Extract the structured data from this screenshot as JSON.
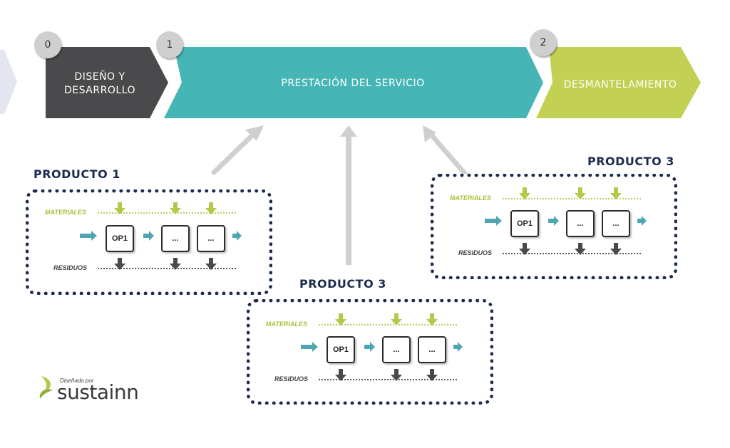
{
  "stages": [
    {
      "number": "0",
      "label_line1": "DISEÑO Y",
      "label_line2": "DESARROLLO",
      "color": "#4a4a4c"
    },
    {
      "number": "1",
      "label": "PRESTACIÓN DEL SERVICIO",
      "color": "#45b5b5"
    },
    {
      "number": "2",
      "label": "DESMANTELAMIENTO",
      "color": "#c2d154"
    }
  ],
  "products": [
    {
      "title": "PRODUCTO 1",
      "materials": "MATERIALES",
      "waste": "RESIDUOS",
      "ops": [
        "OP1",
        "...",
        "..."
      ]
    },
    {
      "title": "PRODUCTO 3",
      "materials": "MATERIALES",
      "waste": "RESIDUOS",
      "ops": [
        "OP1",
        "...",
        "..."
      ]
    },
    {
      "title": "PRODUCTO 3",
      "materials": "MATERIALES",
      "waste": "RESIDUOS",
      "ops": [
        "OP1",
        "...",
        "..."
      ]
    }
  ],
  "colors": {
    "navy": "#1d2b4f",
    "teal": "#45b5b5",
    "lime": "#a7c13a",
    "dark": "#4a4a4c",
    "arrow_gray": "#cfcfcf"
  },
  "logo": {
    "small": "Diseñado por",
    "brand": "sustainn"
  }
}
